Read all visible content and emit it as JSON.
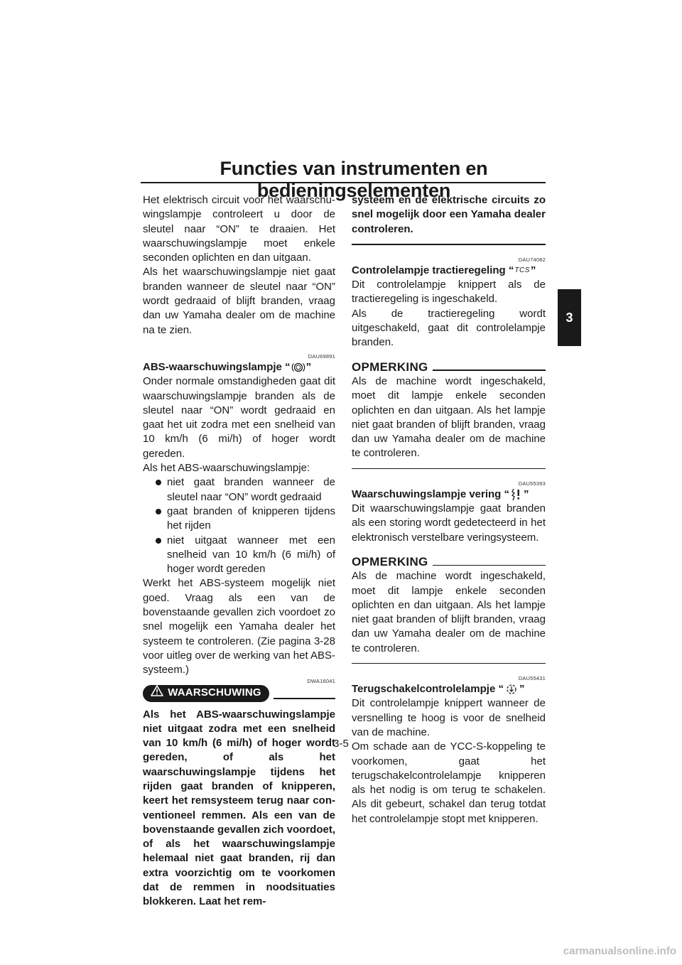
{
  "header": {
    "title": "Functies van instrumenten en bedieningselementen",
    "chapter_tab": "3"
  },
  "left_column": {
    "intro_p1": "Het elektrisch circuit voor het waarschu­wingslampje controleert u door de sleutel naar “ON” te draaien. Het waarschu­wingslampje moet enkele seconden oplich­ten en dan uitgaan.",
    "intro_p2": "Als het waarschuwingslampje niet gaat branden wanneer de sleutel naar “ON” wordt gedraaid of blijft branden, vraag dan uw Yamaha dealer om de machine na te zien.",
    "abs_ref": "DAU69891",
    "abs_heading_prefix": "ABS-waarschuwingslampje “",
    "abs_heading_suffix": "”",
    "abs_p1": "Onder normale omstandigheden gaat dit waarschuwingslampje branden als de sleu­tel naar “ON” wordt gedraaid en gaat het uit zodra met een snelheid van 10 km/h (6 mi/h) of hoger wordt gereden.",
    "abs_p2": "Als het ABS-waarschuwingslampje:",
    "abs_bullets": [
      "niet gaat branden wanneer de sleutel naar “ON” wordt gedraaid",
      "gaat branden of knipperen tijdens het rijden",
      "niet uitgaat wanneer met een snelheid van 10 km/h (6 mi/h) of hoger wordt gereden"
    ],
    "abs_p3": "Werkt het ABS-systeem mogelijk niet goed. Vraag als een van de bovenstaande geval­len zich voordoet zo snel mogelijk een Yamaha dealer het systeem te controleren. (Zie pagina 3-28 voor uitleg over de wer­king van het ABS-systeem.)",
    "warning_ref": "DWA16041",
    "warning_label": "WAARSCHUWING",
    "warning_text": "Als het ABS-waarschuwingslampje niet uitgaat zodra met een snelheid van 10 km/h (6 mi/h) of hoger wordt gereden, of als het waarschuwingslampje tijdens het rijden gaat branden of knipperen, keert het remsysteem terug naar con­ventioneel remmen. Als een van de bo­venstaande gevallen zich voordoet, of als het waarschuwingslampje helemaal niet gaat branden, rij dan extra voorzich­tig om te voorkomen dat de remmen in noodsituaties blokkeren. Laat het rem-"
  },
  "right_column": {
    "warning_continued": "systeem en de elektrische circuits zo snel mogelijk door een Yamaha dealer controleren.",
    "tcs_ref": "DAU74082",
    "tcs_heading_prefix": "Controlelampje tractieregeling “",
    "tcs_symbol": "TCS",
    "tcs_heading_suffix": "”",
    "tcs_p1": "Dit controlelampje knippert als de tractiere­geling is ingeschakeld.",
    "tcs_p2": "Als de tractieregeling wordt uitgeschakeld, gaat dit controlelampje branden.",
    "note1_label": "OPMERKING",
    "note1_text": "Als de machine wordt ingeschakeld, moet dit lampje enkele seconden oplichten en dan uitgaan. Als het lampje niet gaat bran­den of blijft branden, vraag dan uw Yamaha dealer om de machine te controleren.",
    "susp_ref": "DAU55393",
    "susp_heading_prefix": "Waarschuwingslampje vering “",
    "susp_heading_suffix": "”",
    "susp_p1": "Dit waarschuwingslampje gaat branden als een storing wordt gedetecteerd in het elek­tronisch verstelbare veringsysteem.",
    "note2_label": "OPMERKING",
    "note2_text": "Als de machine wordt ingeschakeld, moet dit lampje enkele seconden oplichten en dan uitgaan. Als het lampje niet gaat bran­den of blijft branden, vraag dan uw Yamaha dealer om de machine te controleren.",
    "shift_ref": "DAU55431",
    "shift_heading_prefix": "Terugschakelcontrolelampje “",
    "shift_heading_suffix": "”",
    "shift_p1": "Dit controlelampje knippert wanneer de versnelling te hoog is voor de snelheid van de machine.",
    "shift_p2": "Om schade aan de YCC-S-koppeling te voorkomen, gaat het terugschakelcontrole­lampje knipperen als het nodig is om terug te schakelen. Als dit gebeurt, schakel dan terug totdat het controlelampje stopt met knipperen."
  },
  "footer": {
    "page_number": "3-5",
    "watermark": "carmanualsonline.info"
  },
  "icons": [
    "abs-warning-icon",
    "tcs-icon",
    "suspension-warning-icon",
    "downshift-icon",
    "warning-triangle-icon"
  ]
}
